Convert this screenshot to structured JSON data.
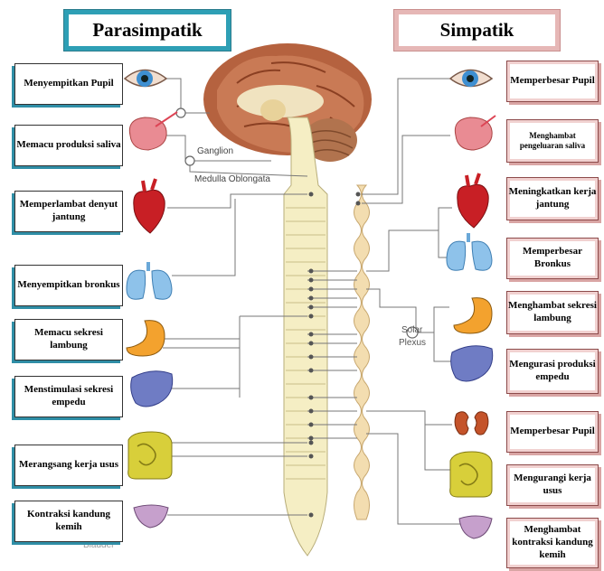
{
  "headers": {
    "left": "Parasimpatik",
    "right": "Simpatik"
  },
  "diagram_labels": {
    "ganglion": "Ganglion",
    "medulla": "Medulla Oblongata",
    "solar": "Solar",
    "plexus": "Plexus",
    "bladder": "Bladder"
  },
  "left_effects": [
    "Menyempitkan Pupil",
    "Memacu produksi saliva",
    "Memperlambat denyut jantung",
    "Menyempitkan bronkus",
    "Memacu sekresi lambung",
    "Menstimulasi sekresi empedu",
    "Merangsang kerja usus",
    "Kontraksi kandung kemih"
  ],
  "right_effects": [
    "Memperbesar Pupil",
    "Menghambat pengeluaran saliva",
    "Meningkatkan kerja jantung",
    "Memperbesar Bronkus",
    "Menghambat sekresi lambung",
    "Mengurasi produksi empedu",
    "Memperbesar Pupil",
    "Mengurangi kerja usus",
    "Menghambat kontraksi kandung kemih"
  ],
  "organs": [
    "eye-icon",
    "salivary-gland-icon",
    "heart-icon",
    "lungs-icon",
    "stomach-icon",
    "liver-icon",
    "intestine-icon",
    "bladder-icon",
    "kidney-icon",
    "brain-icon"
  ],
  "colors": {
    "parasympathetic": "#2e9fb5",
    "sympathetic": "#e6b7b6",
    "spine": "#f5eec4",
    "brain": "#b5623f"
  }
}
